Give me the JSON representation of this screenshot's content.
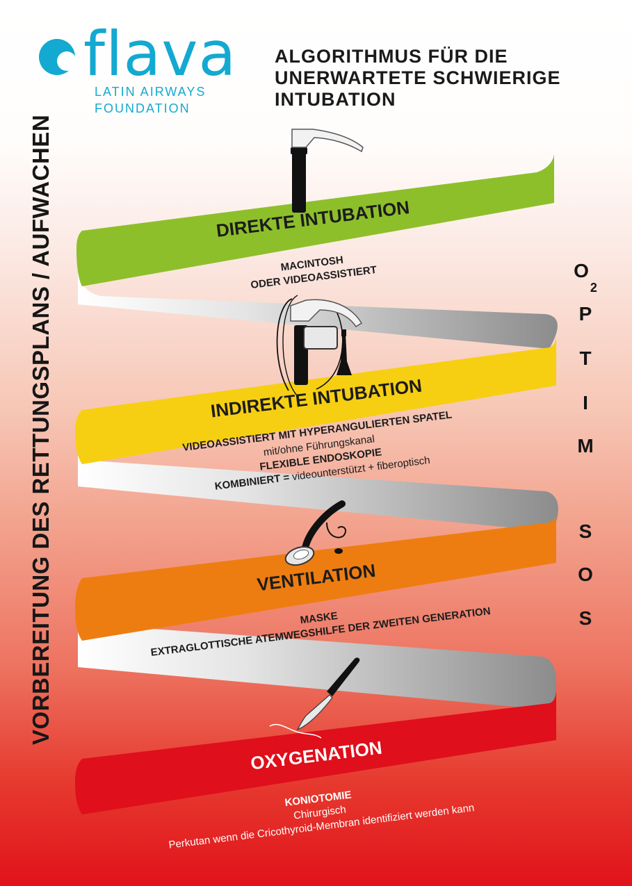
{
  "logo": {
    "wordmark": "flava",
    "line1": "LATIN AIRWAYS",
    "line2": "FOUNDATION",
    "color": "#13a9d1"
  },
  "title": {
    "line1": "ALGORITHMUS FÜR DIE",
    "line2": "UNERWARTETE SCHWIERIGE",
    "line3": "INTUBATION"
  },
  "vertical_label": "VORBEREITUNG DES RETTUNGSPLANS / AUFWACHEN",
  "side_letters": {
    "o2_main": "O",
    "o2_sub": "2",
    "optim": [
      "P",
      "T",
      "I",
      "M"
    ],
    "sos": [
      "S",
      "O",
      "S"
    ]
  },
  "bands": [
    {
      "title": "DIREKTE INTUBATION",
      "color": "#8dbf2b",
      "icon": "macintosh-laryngoscope-icon",
      "lines": [
        "MACINTOSH",
        "ODER VIDEOASSISTIERT"
      ]
    },
    {
      "title": "INDIREKTE INTUBATION",
      "color": "#f6cf12",
      "icon": "videolaryngoscope-fiberscope-icon",
      "lines": [
        "VIDEOASSISTIERT MIT HYPERANGULIERTEN SPATEL",
        "mit/ohne Führungskanal",
        "FLEXIBLE ENDOSKOPIE",
        "KOMBINIERT = ",
        "videounterstützt + fiberoptisch"
      ]
    },
    {
      "title": "VENTILATION",
      "color": "#ee7d11",
      "icon": "laryngeal-mask-icon",
      "lines": [
        "MASKE",
        "EXTRAGLOTTISCHE ATEMWEGSHILFE DER ZWEITEN GENERATION"
      ]
    },
    {
      "title": "OXYGENATION",
      "color": "#df0f1b",
      "icon": "scalpel-icon",
      "lines": [
        "KONIOTOMIE",
        "Chirurgisch",
        "Perkutan wenn die Cricothyroid-Membran identifiziert werden kann"
      ]
    }
  ]
}
